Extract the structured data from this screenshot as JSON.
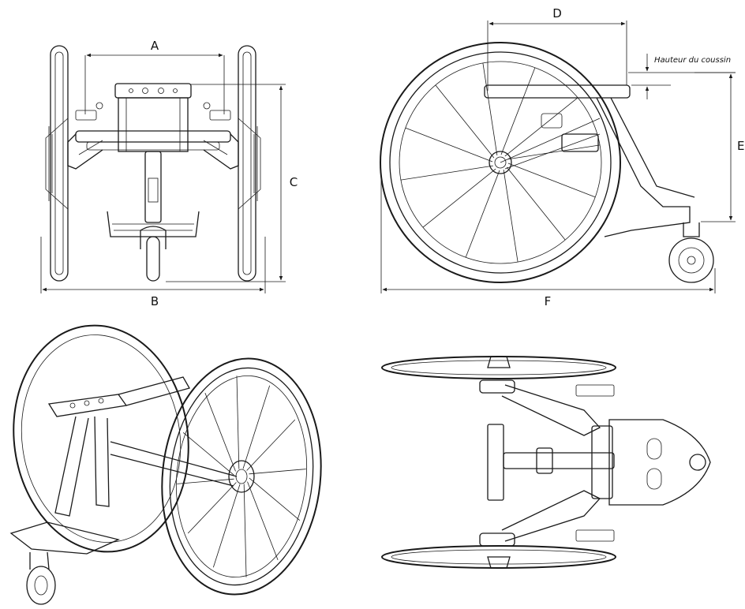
{
  "diagram": {
    "dimensions": {
      "a": "A",
      "b": "B",
      "c": "C",
      "d": "D",
      "e": "E",
      "f": "F"
    },
    "note": "Hauteur du coussin"
  }
}
